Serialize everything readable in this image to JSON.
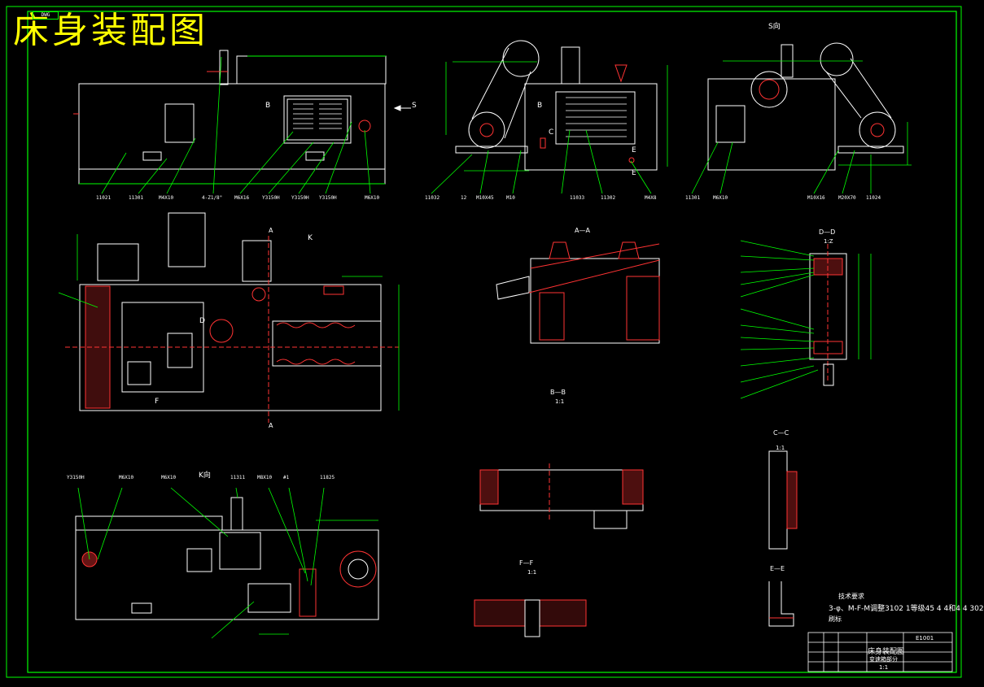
{
  "drawing": {
    "title": "床身装配图",
    "tag": "DWG",
    "view_labels": {
      "s_view": "S向",
      "k_view": "K向",
      "section_aa": "A—A",
      "section_bb": "B—B",
      "section_cc": "C—C",
      "section_dd": "D—D",
      "section_ee": "E—E",
      "section_ff": "F—F",
      "scale_bb": "1:1",
      "scale_cc": "1:1",
      "scale_ff": "1:1",
      "scale_dd": "1:Z"
    },
    "markers": {
      "arrow_s": "S",
      "arrow_k": "K",
      "arrow_a_top": "A",
      "arrow_a_bottom": "A",
      "mark_b1": "B",
      "mark_b2": "B",
      "mark_c": "C",
      "mark_e1": "E",
      "mark_e2": "E",
      "mark_f": "F",
      "mark_d": "D"
    },
    "front_view_callouts": [
      "11021",
      "11301",
      "M4X10",
      "4-Z1/8\"",
      "M6X16",
      "Y3150H",
      "Y3150H",
      "Y3150H",
      "M6X10"
    ],
    "s_view_callouts": [
      "11032",
      "12",
      "M10X45",
      "M10",
      "11033",
      "11302",
      "M4X8"
    ],
    "right_view_callouts": [
      "11301",
      "M6X10",
      "M10X16",
      "M20X70",
      "11024"
    ],
    "k_view_callouts": [
      "Y3150H",
      "M6X10",
      "M6X10",
      "11311",
      "M8X10",
      "#1",
      "11825"
    ],
    "technical_requirements": {
      "heading": "技术要求",
      "line1": "3-φ、M-F-M调整3102 1等级45 4 4和4 4 302",
      "line2": "刷标"
    },
    "title_block": {
      "name": "床身装配图",
      "drawing_no": "E1001",
      "sub": "变速箱部分",
      "scale": "1:1"
    }
  }
}
